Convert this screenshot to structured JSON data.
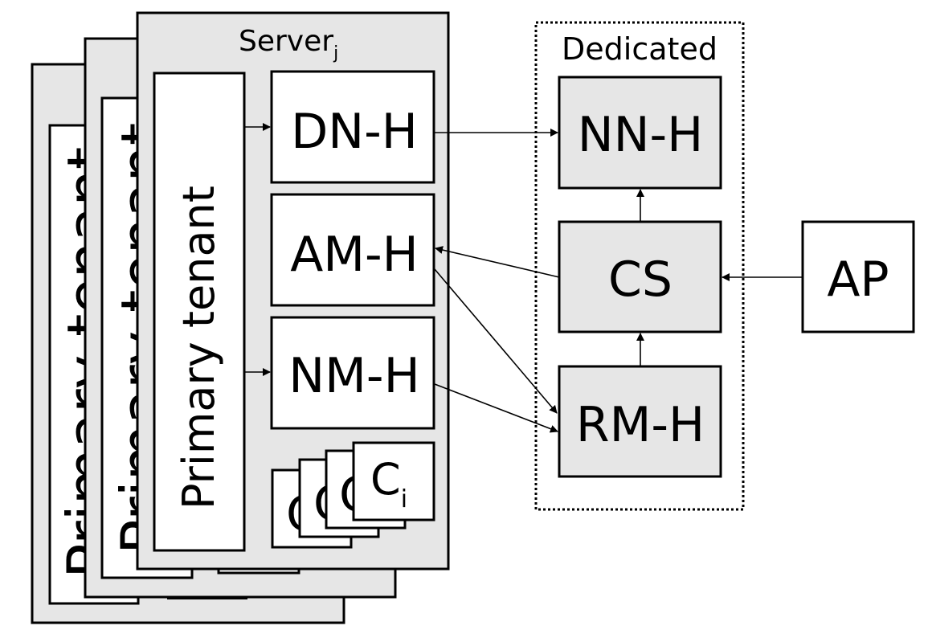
{
  "server": {
    "title": "Server",
    "subscript": "j"
  },
  "primary_tenant": {
    "label": "Primary tenant"
  },
  "components": {
    "dn": "DN-H",
    "am": "AM-H",
    "nm": "NM-H",
    "container": {
      "label": "C",
      "subscript": "i"
    }
  },
  "dedicated": {
    "title": "Dedicated",
    "nn": "NN-H",
    "cs": "CS",
    "rm": "RM-H"
  },
  "ap": "AP",
  "colors": {
    "server_fill": "#e6e6e6",
    "dedicated_box_fill": "#e6e6e6",
    "stroke": "#000000"
  }
}
